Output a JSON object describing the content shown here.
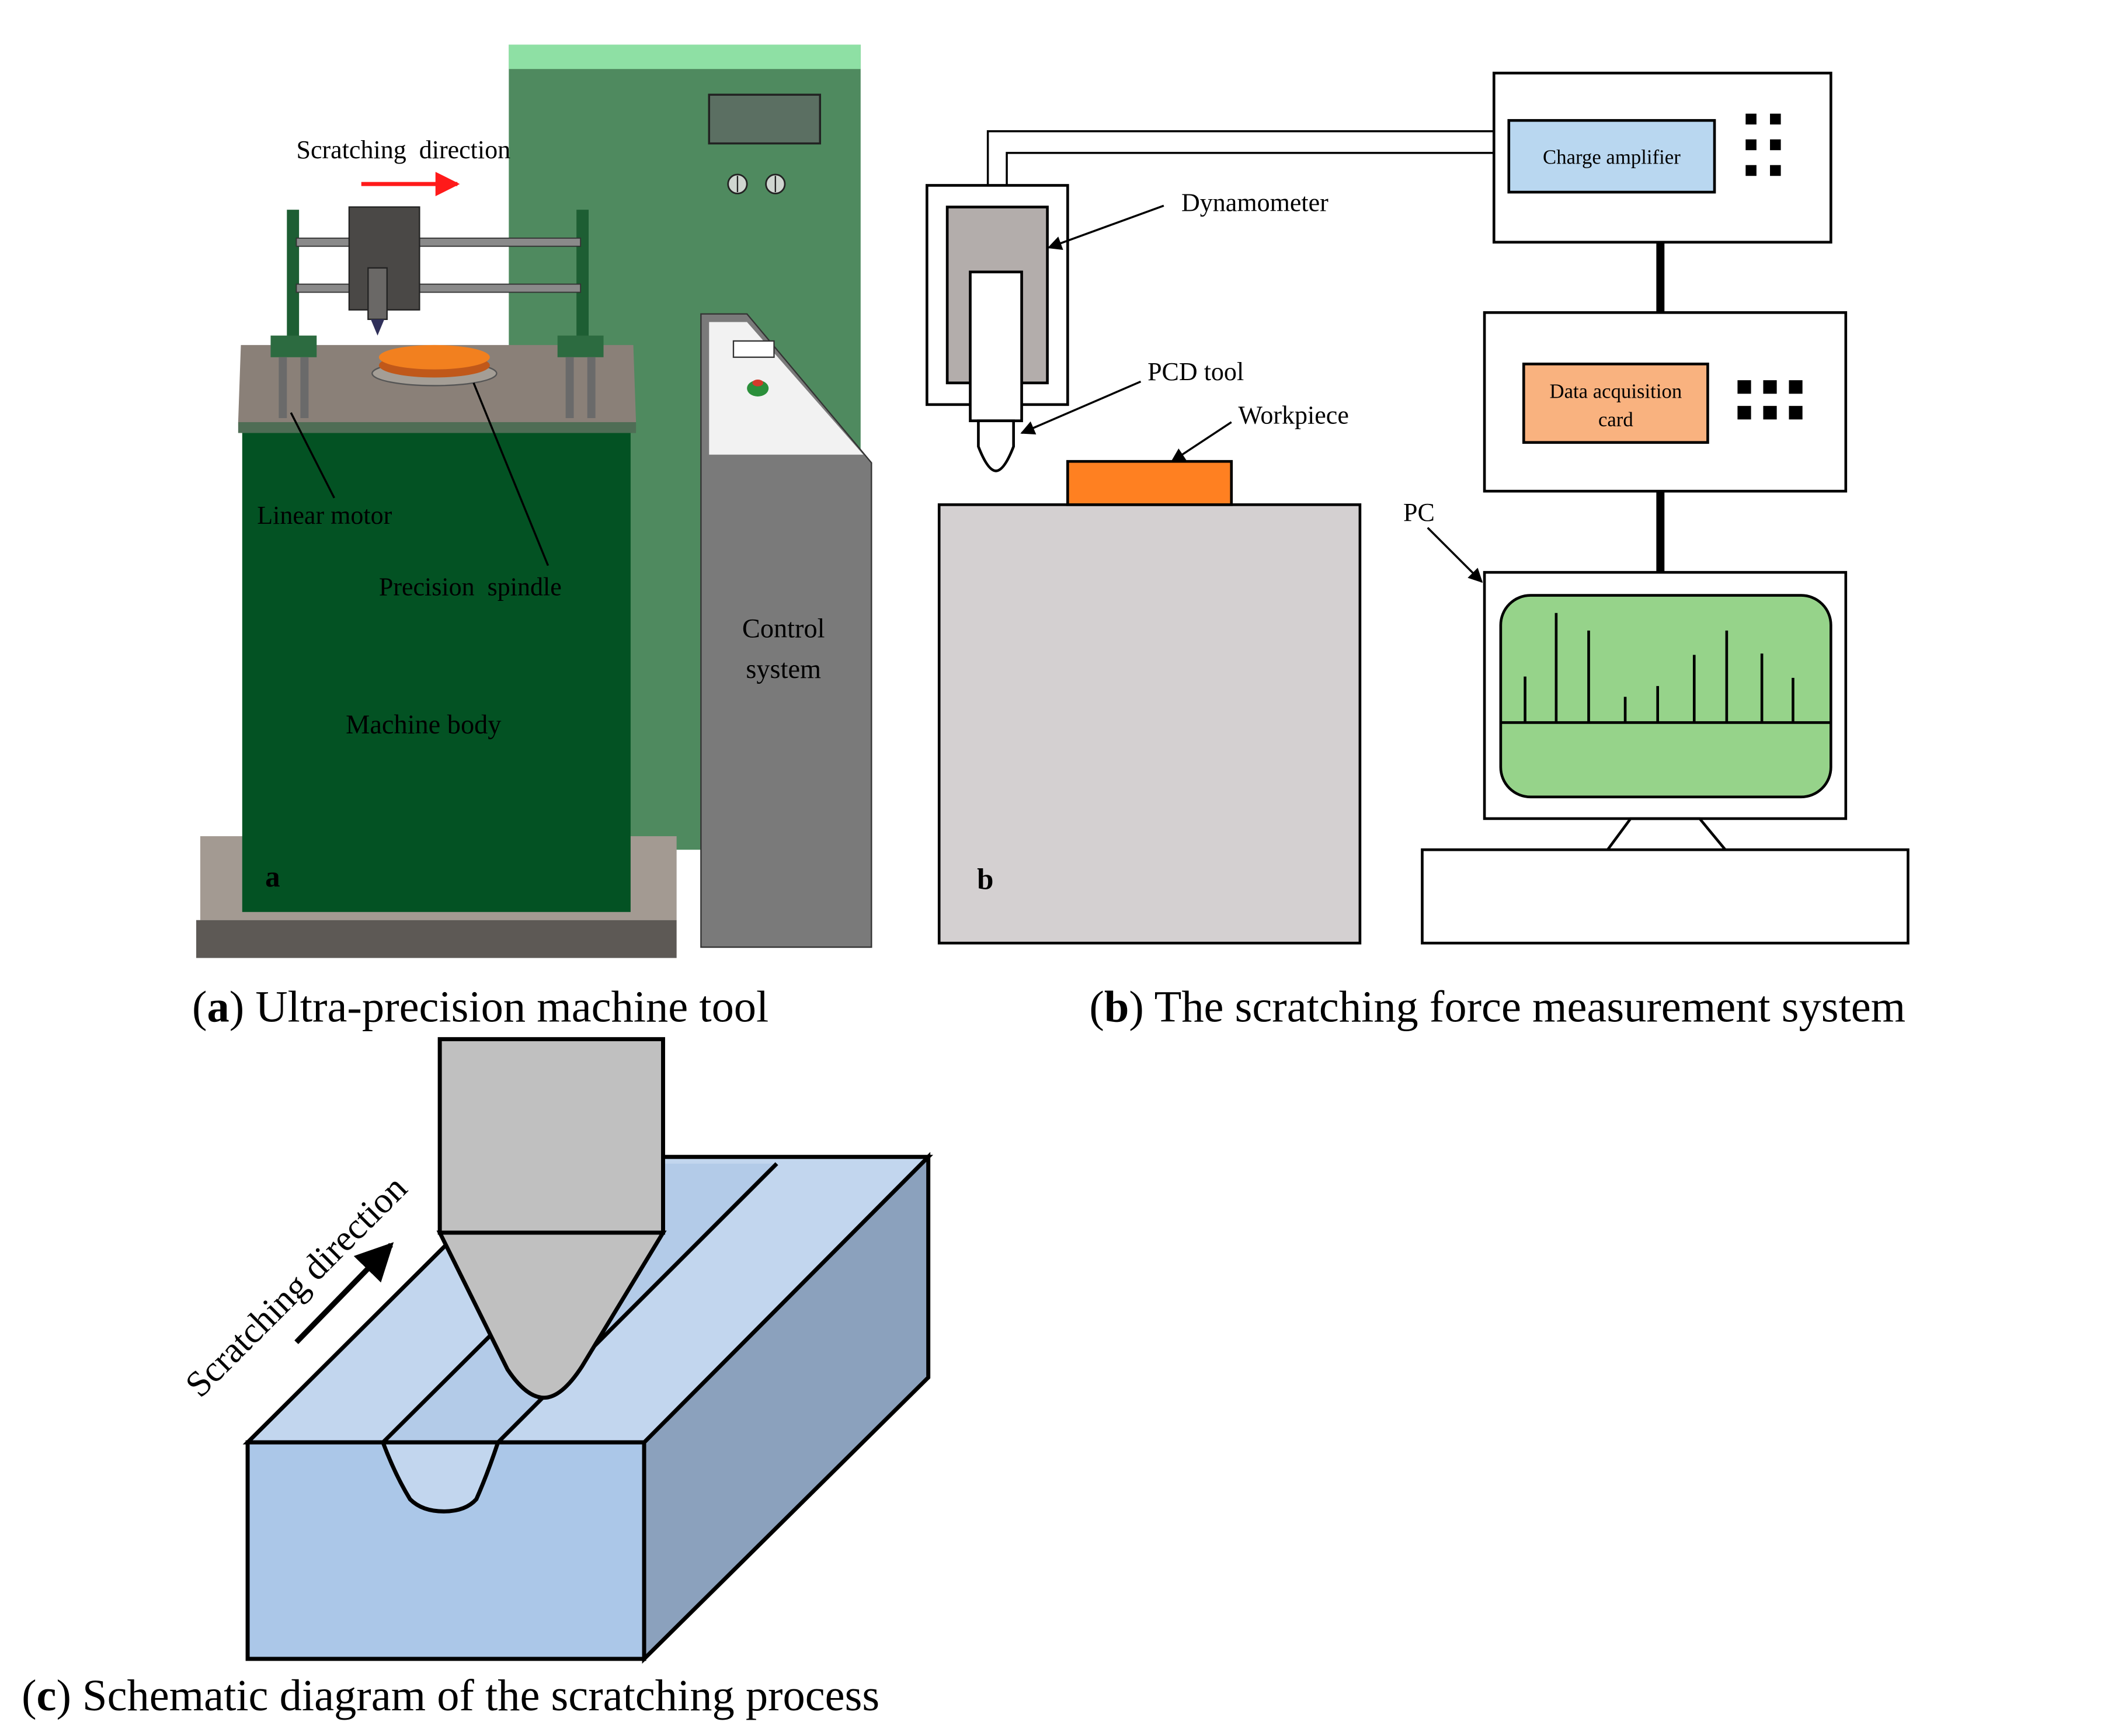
{
  "panel_a": {
    "letter": "a",
    "labels": {
      "scratching_direction": "Scratching  direction",
      "linear_motor": "Linear motor",
      "precision_spindle": "Precision  spindle",
      "machine_body": "Machine body",
      "control_system_line1": "Control",
      "control_system_line2": "system"
    },
    "caption": {
      "open": "(",
      "letter": "a",
      "close": ")",
      "text": " Ultra-precision machine tool"
    }
  },
  "panel_b": {
    "letter": "b",
    "labels": {
      "dynamometer": "Dynamometer",
      "charge_amplifier": "Charge amplifier",
      "pcd_tool": "PCD tool",
      "workpiece": "Workpiece",
      "data_acquisition_line1": "Data acquisition",
      "data_acquisition_line2": "card",
      "pc": "PC"
    },
    "caption": {
      "open": "(",
      "letter": "b",
      "close": ")",
      "text": " The scratching force measurement system"
    }
  },
  "panel_c": {
    "labels": {
      "scratching_direction": "Scratching direction"
    },
    "caption": {
      "open": "(",
      "letter": "c",
      "close": ")",
      "text": " Schematic diagram of the scratching process"
    }
  },
  "colors": {
    "green_cabinet": "#4f8a5f",
    "green_cabinet_top": "#8ee0a4",
    "machine_body": "#035223",
    "plate": "#8a8078",
    "spindle_disk": "#f2801f",
    "control_gray": "#7a7a7a",
    "workpiece": "#ff8021",
    "stage_gray": "#d4d0d1",
    "charge_amplifier": "#b9d7f0",
    "data_card": "#f9b27f",
    "screen_green": "#96d38a",
    "block_front": "#abc7e8",
    "block_top": "#c2d6ee",
    "block_side": "#8ba1bd",
    "tool_gray": "#c0c0c0",
    "arrow_red": "#ff1a1a"
  }
}
